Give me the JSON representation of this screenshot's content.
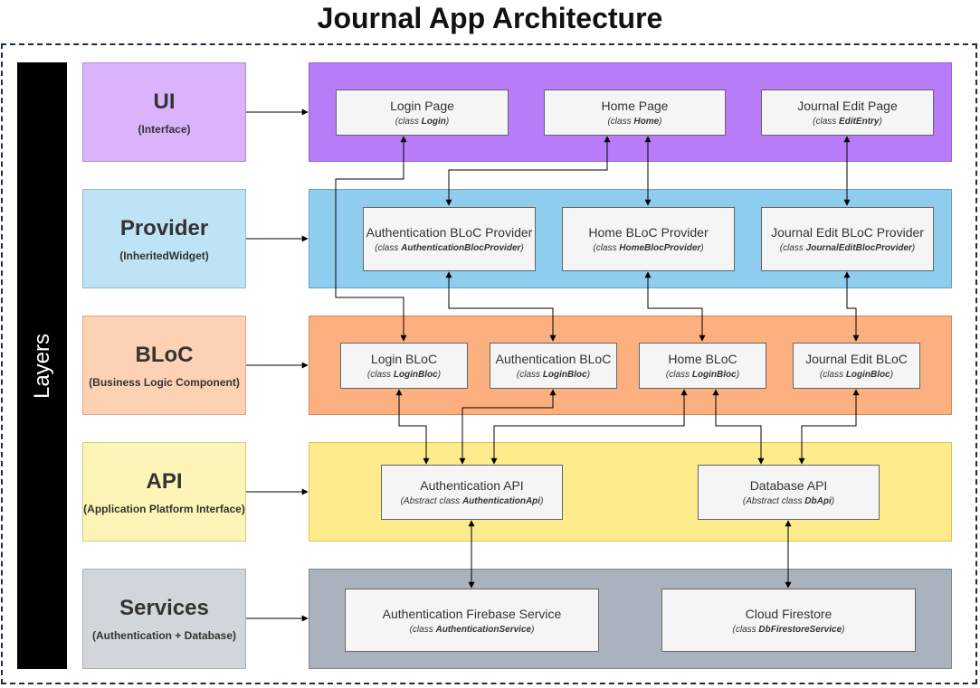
{
  "title": "Journal App Architecture",
  "layers_label": "Layers",
  "layers": [
    {
      "name": "UI",
      "sub": "(Interface)",
      "label_fill": "#dab3fb",
      "label_border": "#b08fd8",
      "band_fill": "#b87cf8",
      "band_border": "#9966cc"
    },
    {
      "name": "Provider",
      "sub": "(InheritedWidget)",
      "label_fill": "#bde3f5",
      "label_border": "#8fbcd6",
      "band_fill": "#8ecdee",
      "band_border": "#5fa3cc"
    },
    {
      "name": "BLoC",
      "sub": "(Business Logic Component)",
      "label_fill": "#fdd1b3",
      "label_border": "#e5a880",
      "band_fill": "#fcb07f",
      "band_border": "#d9874f"
    },
    {
      "name": "API",
      "sub": "(Application Platform Interface)",
      "label_fill": "#fdf4b8",
      "label_border": "#d9cc7a",
      "band_fill": "#fdeb8c",
      "band_border": "#d9c459"
    },
    {
      "name": "Services",
      "sub": "(Authentication + Database)",
      "label_fill": "#d1d6dc",
      "label_border": "#a8b0b8",
      "band_fill": "#aab3bd",
      "band_border": "#7f8890"
    }
  ],
  "boxes": {
    "login_page": {
      "name": "Login Page",
      "prefix": "(class ",
      "cls": "Login",
      "suffix": ")"
    },
    "home_page": {
      "name": "Home Page",
      "prefix": "(class ",
      "cls": "Home",
      "suffix": ")"
    },
    "journal_edit_page": {
      "name": "Journal Edit Page",
      "prefix": "(class ",
      "cls": "EditEntry",
      "suffix": ")"
    },
    "auth_bloc_provider": {
      "name": "Authentication BLoC Provider",
      "prefix": "(class ",
      "cls": "AuthenticationBlocProvider",
      "suffix": ")"
    },
    "home_bloc_provider": {
      "name": "Home BLoC Provider",
      "prefix": "(class ",
      "cls": "HomeBlocProvider",
      "suffix": ")"
    },
    "journal_edit_bloc_provider": {
      "name": "Journal Edit BLoC Provider",
      "prefix": "(class ",
      "cls": "JournalEditBlocProvider",
      "suffix": ")"
    },
    "login_bloc": {
      "name": "Login BLoC",
      "prefix": "(class ",
      "cls": "LoginBloc",
      "suffix": ")"
    },
    "auth_bloc": {
      "name": "Authentication BLoC",
      "prefix": "(class ",
      "cls": "LoginBloc",
      "suffix": ")"
    },
    "home_bloc": {
      "name": "Home BLoC",
      "prefix": "(class ",
      "cls": "LoginBloc",
      "suffix": ")"
    },
    "journal_edit_bloc": {
      "name": "Journal Edit BLoC",
      "prefix": "(class ",
      "cls": "LoginBloc",
      "suffix": ")"
    },
    "auth_api": {
      "name": "Authentication API",
      "prefix": "(Abstract class ",
      "cls": "AuthenticationApi",
      "suffix": ")"
    },
    "database_api": {
      "name": "Database API",
      "prefix": "(Abstract class ",
      "cls": "DbApi",
      "suffix": ")"
    },
    "auth_firebase_service": {
      "name": "Authentication Firebase Service",
      "prefix": "(class ",
      "cls": "AuthenticationService",
      "suffix": ")"
    },
    "cloud_firestore": {
      "name": "Cloud Firestore",
      "prefix": "(class ",
      "cls": "DbFirestoreService",
      "suffix": ")"
    }
  }
}
